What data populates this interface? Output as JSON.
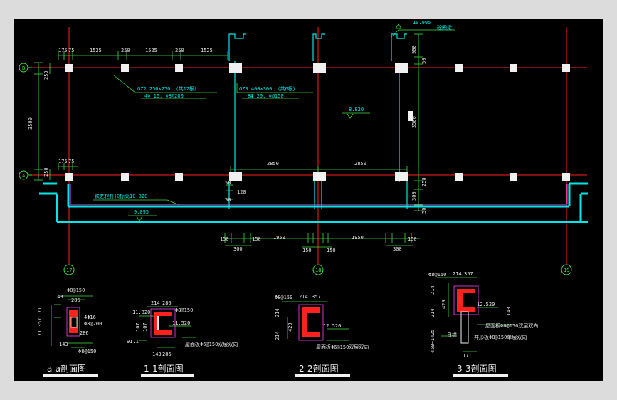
{
  "grid_labels": {
    "B": "B",
    "A": "A",
    "g17": "17",
    "g18": "18",
    "g19": "19"
  },
  "top_dims": [
    "175",
    "75",
    "1525",
    "250",
    "1525",
    "250",
    "1525"
  ],
  "left_dims": {
    "d250a": "250",
    "d3500": "3500",
    "d250b": "250"
  },
  "right_dims": {
    "d900": "900",
    "d50a": "50",
    "d3500": "3500",
    "d250": "250",
    "d300": "300",
    "d50b": "50"
  },
  "elev_top": "10.995",
  "elev_top_note": "砼圈梁",
  "gz2_line1": "GZ2  250×250 （共12根）",
  "gz2_line2": "4Φ 16,  Φ8@200",
  "gz3_line1": "GZ3  400×300 （共6根）",
  "gz3_line2": "8Φ 20,  Φ@150",
  "elev_mid": "8.820",
  "dims_2850": [
    "2850",
    "2850"
  ],
  "lower_left_dims": [
    "175",
    "75"
  ],
  "dims_50_120": [
    "50",
    "120",
    "50"
  ],
  "rail_note": "铁艺栏杆顶标高10.020",
  "elev_9095": "9.095",
  "bottom_dims": [
    "150",
    "150",
    "1950",
    "1950",
    "150",
    "300",
    "150",
    "150",
    "300"
  ],
  "sec_aa": {
    "title": "a-a剖面图",
    "r1": "Φ8@150",
    "d143a": "143",
    "d286a": "286",
    "d71": "71",
    "dphi16": "4Φ16",
    "dphi8": "Φ8@200",
    "d71357": "71 357",
    "d286b": "286",
    "d143b": "143",
    "r2": "Φ8@150"
  },
  "sec_11": {
    "title": "1-1剖面图",
    "d214": "214",
    "d286": "286",
    "r1": "Φ8@150",
    "e1": "11.820",
    "d107a": "107",
    "d107b": "107",
    "e2": "11.520",
    "d143": "143",
    "d286b": "286",
    "h1": "91.1",
    "n1": "屋面板Φ6@150双层双向"
  },
  "sec_22": {
    "title": "2-2剖面图",
    "r1": "Φ8@150",
    "d214": "214",
    "d357": "357",
    "d214b": "214",
    "d429": "429",
    "d214c": "214",
    "e1": "12.520",
    "n1": "屋面板Φ6@150双层双向"
  },
  "sec_33": {
    "title": "3-3剖面图",
    "r1": "Φ8@150",
    "d214": "214",
    "d357": "357",
    "d214b": "214",
    "d429": "429",
    "d214c": "214",
    "e1": "12.520",
    "d143": "143",
    "n1": "屋面板Φ6@150双层双向",
    "n2": "井形板Φ8@150单层双向",
    "d450": "450~1425",
    "lbl": "白墙",
    "d171": "171"
  },
  "colors": {
    "background": "#000000",
    "grid_red": "#ff2020",
    "dim_green": "#3fe03f",
    "wall_cyan": "#00e5e5",
    "rebar_magenta": "#ff40ff",
    "column_fill": "#f0f0f0"
  }
}
